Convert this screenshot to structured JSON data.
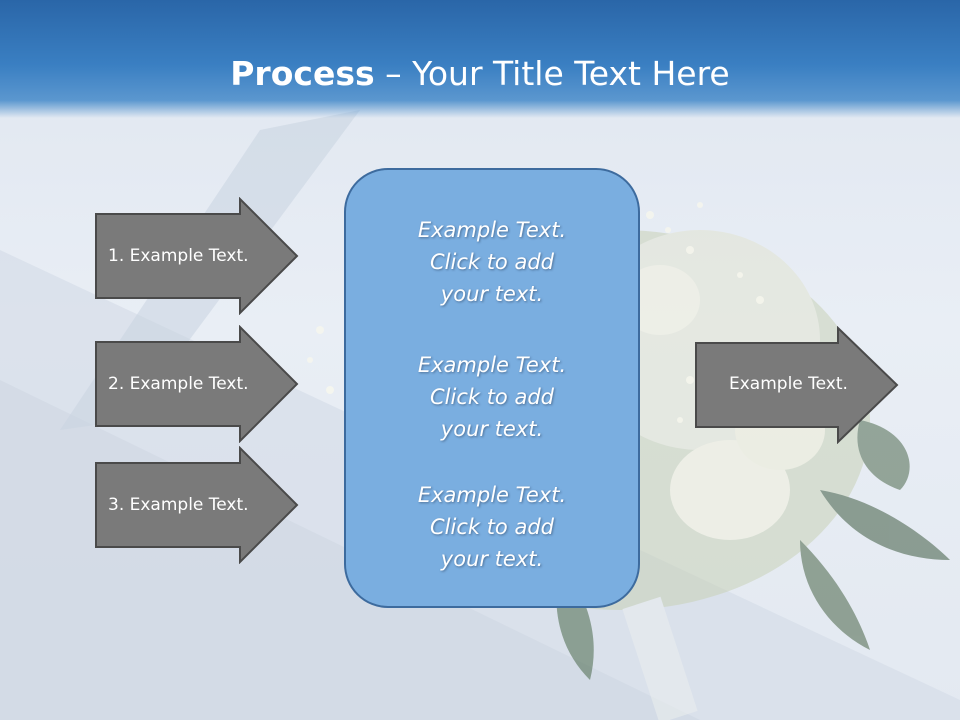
{
  "slide": {
    "title_bold": "Process",
    "title_rest": " – Your Title Text Here"
  },
  "left_arrows": [
    {
      "label": "1. Example Text."
    },
    {
      "label": "2. Example Text."
    },
    {
      "label": "3. Example Text."
    }
  ],
  "center_box": {
    "paragraphs": [
      {
        "line1": "Example Text.",
        "line2": "Click  to add",
        "line3": "your text."
      },
      {
        "line1": "Example Text.",
        "line2": "Click  to add",
        "line3": "your text."
      },
      {
        "line1": "Example Text.",
        "line2": "Click  to add",
        "line3": "your text."
      }
    ]
  },
  "right_arrow": {
    "label": "Example Text."
  },
  "colors": {
    "header_blue": "#2a66a8",
    "arrow_fill": "#7a7a7a",
    "center_box_fill": "#7aaee0",
    "center_box_border": "#3d6b9e"
  }
}
